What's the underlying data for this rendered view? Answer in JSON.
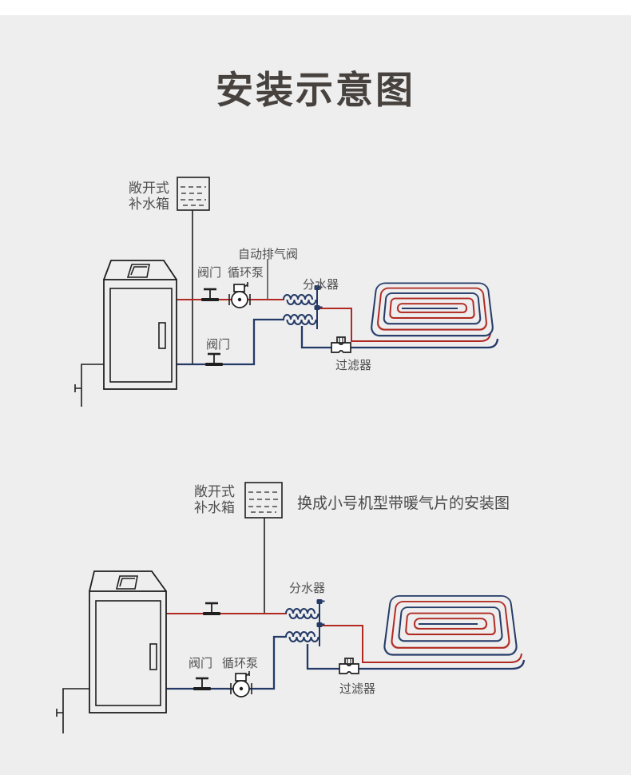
{
  "page": {
    "title": "安装示意图"
  },
  "colors": {
    "bg": "#eeeeef",
    "bg_top": "#ffffff",
    "title": "#47423e",
    "caption": "#4a4a4a",
    "label": "#4f4f4f",
    "linework": "#1f1f1f",
    "supply_pipe": "#b02a22",
    "return_pipe": "#243a66",
    "manifold": "#243a66"
  },
  "diagram1": {
    "tank_label_line1": "敞开式",
    "tank_label_line2": "补水箱",
    "auto_vent_label": "自动排气阀",
    "supply_valve_label": "阀门",
    "pump_label": "循环泵",
    "manifold_label": "分水器",
    "return_valve_label": "阀门",
    "filter_label": "过滤器"
  },
  "diagram2": {
    "caption": "换成小号机型带暖气片的安装图",
    "tank_label_line1": "敞开式",
    "tank_label_line2": "补水箱",
    "manifold_label": "分水器",
    "valve_label": "阀门",
    "pump_label": "循环泵",
    "filter_label": "过滤器"
  }
}
